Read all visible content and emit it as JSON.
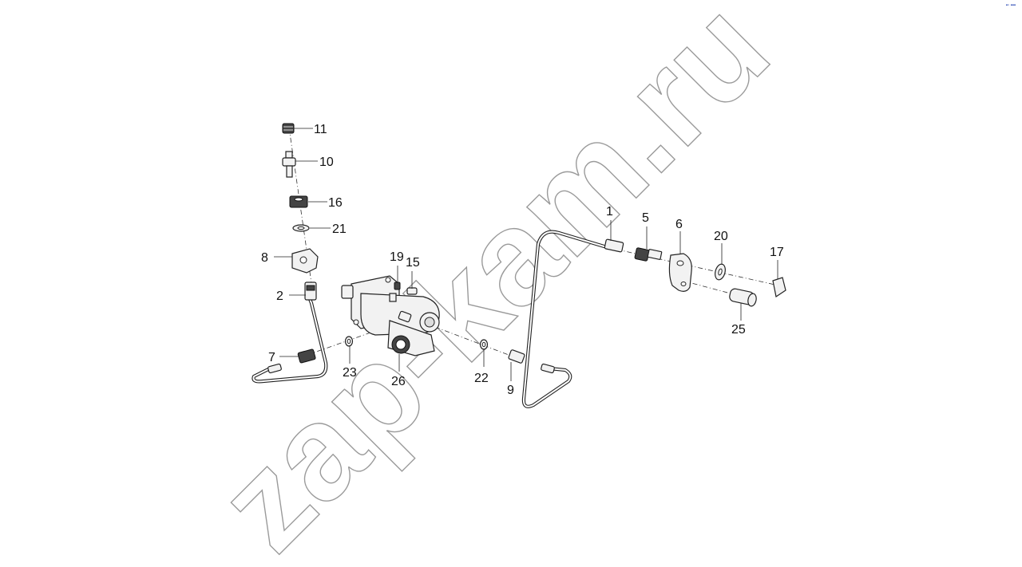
{
  "watermark": {
    "text": "zap-kam.ru"
  },
  "callouts": [
    {
      "id": "11",
      "label": "11"
    },
    {
      "id": "10",
      "label": "10"
    },
    {
      "id": "16",
      "label": "16"
    },
    {
      "id": "21",
      "label": "21"
    },
    {
      "id": "8",
      "label": "8"
    },
    {
      "id": "2",
      "label": "2"
    },
    {
      "id": "7",
      "label": "7"
    },
    {
      "id": "23",
      "label": "23"
    },
    {
      "id": "19",
      "label": "19"
    },
    {
      "id": "15",
      "label": "15"
    },
    {
      "id": "26",
      "label": "26"
    },
    {
      "id": "22",
      "label": "22"
    },
    {
      "id": "9",
      "label": "9"
    },
    {
      "id": "1",
      "label": "1"
    },
    {
      "id": "5",
      "label": "5"
    },
    {
      "id": "6",
      "label": "6"
    },
    {
      "id": "20",
      "label": "20"
    },
    {
      "id": "17",
      "label": "17"
    },
    {
      "id": "25",
      "label": "25"
    }
  ],
  "colors": {
    "line": "#222222",
    "watermark": "#9a9a9a",
    "logo": "#1f3fb0"
  }
}
